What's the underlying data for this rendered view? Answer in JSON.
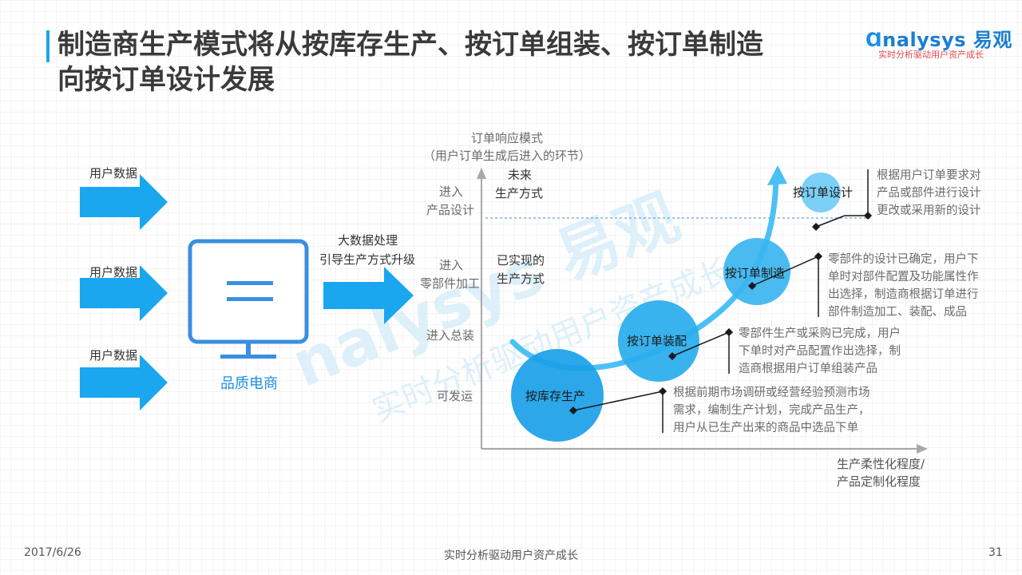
{
  "header": {
    "title_line1": "制造商生产模式将从按库存生产、按订单组装、按订单制造",
    "title_line2": "向按订单设计发展"
  },
  "logo": {
    "brand_prefix": "nalysys ",
    "brand_cn": "易观",
    "slogan": "实时分析驱动用户资产成长"
  },
  "left": {
    "inputs": [
      "用户数据",
      "用户数据",
      "用户数据"
    ],
    "platform_label": "品质电商",
    "process_line1": "大数据处理",
    "process_line2": "引导生产方式升级"
  },
  "chart": {
    "y_title_line1": "订单响应模式",
    "y_title_line2": "（用户订单生成后进入的环节）",
    "y_levels": [
      {
        "line1": "进入",
        "line2": "产品设计"
      },
      {
        "line1": "进入",
        "line2": "零部件加工"
      },
      {
        "line1": "进入总装",
        "line2": ""
      },
      {
        "line1": "可发运",
        "line2": ""
      }
    ],
    "x_title_line1": "生产柔性化程度/",
    "x_title_line2": "产品定制化程度",
    "future_line1": "未来",
    "future_line2": "生产方式",
    "realized_line1": "已实现的",
    "realized_line2": "生产方式",
    "stages": [
      {
        "label": "按库存生产",
        "desc": [
          "根据前期市场调研或经营经验预测市场",
          "需求，编制生产计划，完成产品生产，",
          "用户从已生产出来的商品中选品下单"
        ]
      },
      {
        "label": "按订单装配",
        "desc": [
          "零部件生产或采购已完成，用户",
          "下单时对产品配置作出选择，制",
          "造商根据用户订单组装产品"
        ]
      },
      {
        "label": "按订单制造",
        "desc": [
          "零部件的设计已确定，用户下",
          "单时对部件配置及功能属性作",
          "出选择，制造商根据订单进行",
          "部件制造加工、装配、成品"
        ]
      },
      {
        "label": "按订单设计",
        "desc": [
          "根据用户订单要求对",
          "产品或部件进行设计",
          "更改或采用新的设计"
        ]
      }
    ]
  },
  "watermark": {
    "brand": "nalysys 易观",
    "slogan": "实时分析驱动用户资产成长"
  },
  "footer": {
    "date": "2017/6/26",
    "center": "实时分析驱动用户资产成长",
    "page": "31"
  },
  "colors": {
    "accent": "#1aa7e8",
    "arrow_blue": "#1ba6f0",
    "bubble_dark": "#1aa0e8",
    "bubble_light": "#6ecaf5"
  }
}
